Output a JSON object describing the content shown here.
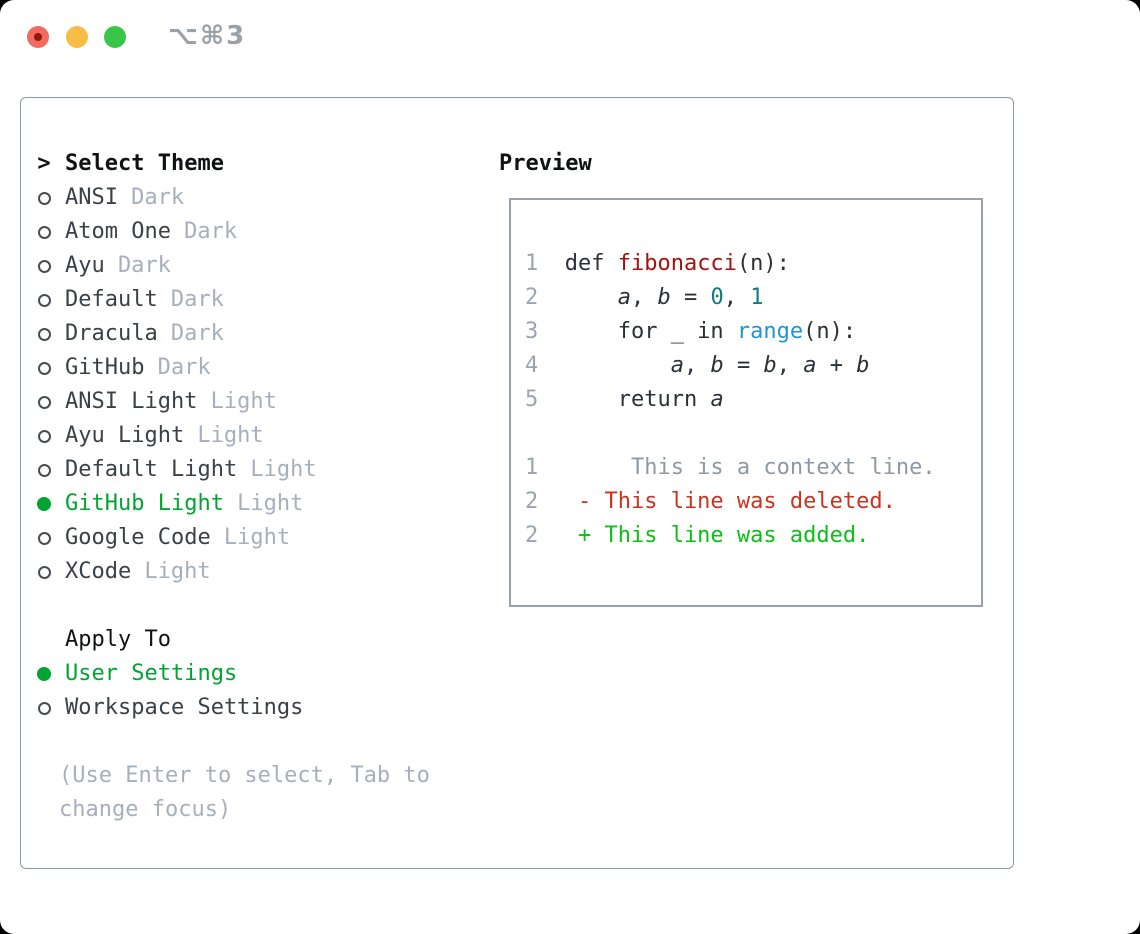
{
  "window": {
    "title_shortcut": "⌥⌘3"
  },
  "colors": {
    "tl_red": "#f16a5d",
    "tl_red_dot": "#8f170d",
    "tl_yellow": "#f7bd45",
    "tl_green": "#37c648",
    "title_gray": "#9aa0a8",
    "panel_border": "#8f99a4",
    "box_border": "#98a2ad",
    "text_dark": "#2b3138",
    "muted": "#a6b0bc",
    "line_number": "#9aa4b0",
    "context_gray": "#8f99a3",
    "accent_green": "#00a432",
    "added_green": "#0bbf16",
    "deleted_red": "#c9341f",
    "function_red": "#a31212",
    "number_teal": "#0e7b82",
    "builtin_blue": "#1f95d4"
  },
  "theme_panel": {
    "header_prefix": ">",
    "header": "Select Theme",
    "themes": [
      {
        "name": "ANSI",
        "variant": "Dark",
        "selected": false
      },
      {
        "name": "Atom One",
        "variant": "Dark",
        "selected": false
      },
      {
        "name": "Ayu",
        "variant": "Dark",
        "selected": false
      },
      {
        "name": "Default",
        "variant": "Dark",
        "selected": false
      },
      {
        "name": "Dracula",
        "variant": "Dark",
        "selected": false
      },
      {
        "name": "GitHub",
        "variant": "Dark",
        "selected": false
      },
      {
        "name": "ANSI Light",
        "variant": "Light",
        "selected": false
      },
      {
        "name": "Ayu Light",
        "variant": "Light",
        "selected": false
      },
      {
        "name": "Default Light",
        "variant": "Light",
        "selected": false
      },
      {
        "name": "GitHub Light",
        "variant": "Light",
        "selected": true
      },
      {
        "name": "Google Code",
        "variant": "Light",
        "selected": false
      },
      {
        "name": "XCode",
        "variant": "Light",
        "selected": false
      }
    ],
    "apply_to": {
      "header": "Apply To",
      "options": [
        {
          "label": "User Settings",
          "selected": true
        },
        {
          "label": "Workspace Settings",
          "selected": false
        }
      ]
    },
    "help_text": "(Use Enter to select, Tab to change focus)"
  },
  "preview": {
    "header": "Preview",
    "lines": [
      {
        "num": "1",
        "segments": [
          {
            "t": "def ",
            "s": "code"
          },
          {
            "t": "fibonacci",
            "s": "function"
          },
          {
            "t": "(n):",
            "s": "code"
          }
        ]
      },
      {
        "num": "2",
        "segments": [
          {
            "t": "    ",
            "s": "code"
          },
          {
            "t": "a",
            "s": "var"
          },
          {
            "t": ", ",
            "s": "code"
          },
          {
            "t": "b",
            "s": "var"
          },
          {
            "t": " = ",
            "s": "code"
          },
          {
            "t": "0",
            "s": "num"
          },
          {
            "t": ", ",
            "s": "code"
          },
          {
            "t": "1",
            "s": "num"
          }
        ]
      },
      {
        "num": "3",
        "segments": [
          {
            "t": "    for _ in ",
            "s": "code"
          },
          {
            "t": "range",
            "s": "builtin"
          },
          {
            "t": "(n):",
            "s": "code"
          }
        ]
      },
      {
        "num": "4",
        "segments": [
          {
            "t": "        ",
            "s": "code"
          },
          {
            "t": "a",
            "s": "var"
          },
          {
            "t": ", ",
            "s": "code"
          },
          {
            "t": "b",
            "s": "var"
          },
          {
            "t": " = ",
            "s": "code"
          },
          {
            "t": "b",
            "s": "var"
          },
          {
            "t": ", ",
            "s": "code"
          },
          {
            "t": "a",
            "s": "var"
          },
          {
            "t": " + ",
            "s": "code"
          },
          {
            "t": "b",
            "s": "var"
          }
        ]
      },
      {
        "num": "5",
        "segments": [
          {
            "t": "    return ",
            "s": "code"
          },
          {
            "t": "a",
            "s": "var"
          }
        ]
      },
      {
        "num": "",
        "segments": []
      },
      {
        "num": "1",
        "segments": [
          {
            "t": "     This is a context line.",
            "s": "context"
          }
        ]
      },
      {
        "num": "2",
        "segments": [
          {
            "t": " - This line was deleted.",
            "s": "deleted"
          }
        ]
      },
      {
        "num": "2",
        "segments": [
          {
            "t": " + This line was added.",
            "s": "added"
          }
        ]
      }
    ]
  }
}
